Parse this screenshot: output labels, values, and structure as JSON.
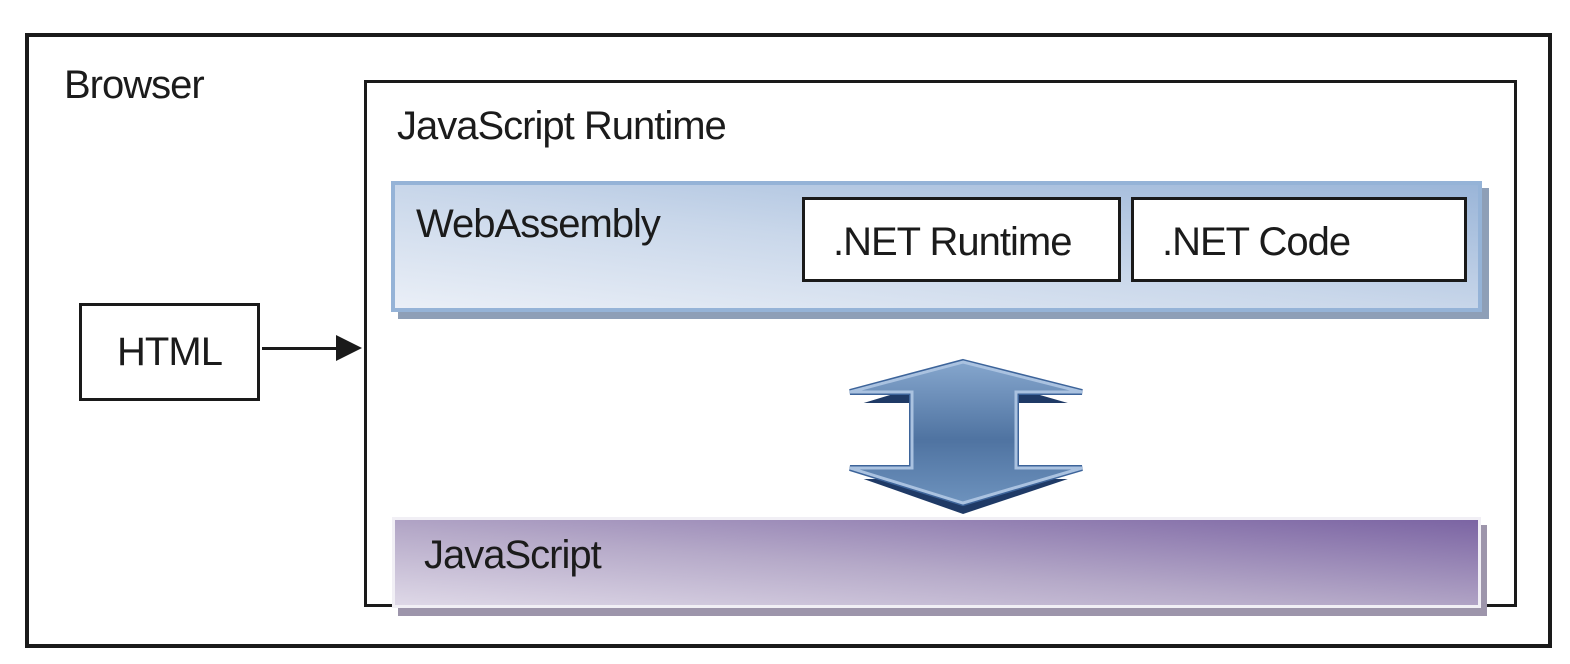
{
  "diagram": {
    "browser": {
      "label": "Browser"
    },
    "html_box": {
      "label": "HTML"
    },
    "js_runtime": {
      "label": "JavaScript Runtime"
    },
    "webassembly": {
      "label": "WebAssembly",
      "items": [
        {
          "label": ".NET Runtime"
        },
        {
          "label": ".NET Code"
        }
      ]
    },
    "javascript": {
      "label": "JavaScript"
    },
    "arrows": [
      {
        "name": "html-to-runtime",
        "direction": "right"
      },
      {
        "name": "webassembly-javascript-interop",
        "direction": "bidirectional-vertical"
      }
    ]
  },
  "colors": {
    "box_border": "#1a1a1a",
    "background": "#ffffff",
    "wasm_border": "#95b3d7",
    "wasm_grad_dark": "#9ab5d8",
    "wasm_grad_mid": "#c9d7ea",
    "wasm_grad_light": "#eaeff7",
    "wasm_shadow": "#8e9fb7",
    "js_border": "#f1eff5",
    "js_grad_dark": "#7b64a3",
    "js_grad_mid": "#b5a9c8",
    "js_grad_light": "#ded8e7",
    "js_shadow": "#9d95ab",
    "arrow_shadow": "#1f3a66",
    "arrow_grad_top": "#85a6cd",
    "arrow_grad_mid": "#4f73a1",
    "arrow_grad_bottom": "#6d92bd",
    "arrow_stroke_dark": "#3d649a",
    "arrow_stroke_light": "#aac2e0"
  }
}
